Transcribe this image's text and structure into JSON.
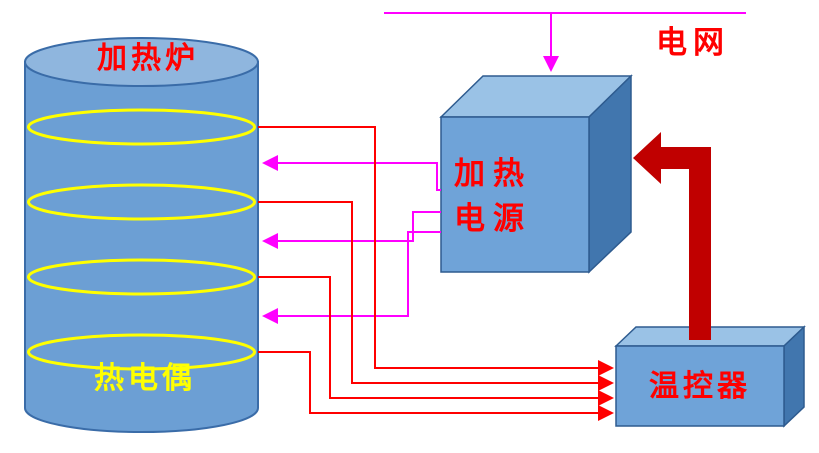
{
  "furnace": {
    "label": "加热炉",
    "thermocouple_label": "热电偶",
    "coil_count": 4
  },
  "power_supply": {
    "label_line1": "加热",
    "label_line2": "电源"
  },
  "controller": {
    "label": "温控器"
  },
  "grid": {
    "label": "电网"
  },
  "colors": {
    "furnace_body": "#6c9fd4",
    "furnace_top": "#8fb6de",
    "shape_outline": "#3a6ca8",
    "box_front": "#6fa3d8",
    "box_top": "#9ac2e6",
    "box_side": "#4176ae",
    "box_outline": "#2e5b8f",
    "coil_ring": "#ffff00",
    "sensor_line": "#ff0000",
    "power_line": "#ff00ff",
    "feedback_arrow": "#c00000",
    "label_red": "#ff0000",
    "label_yellow": "#ffff00"
  }
}
